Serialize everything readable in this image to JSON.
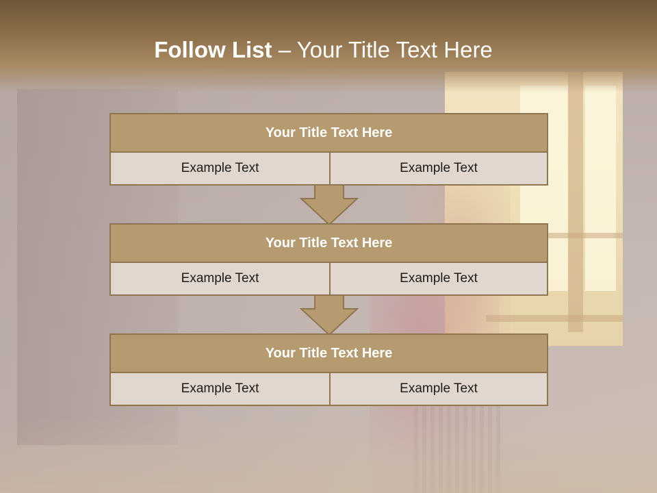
{
  "slide": {
    "title_bold": "Follow List",
    "title_rest": " – Your Title Text Here"
  },
  "steps": [
    {
      "title": "Your Title Text Here",
      "left": "Example Text",
      "right": "Example Text"
    },
    {
      "title": "Your Title Text Here",
      "left": "Example Text",
      "right": "Example Text"
    },
    {
      "title": "Your Title Text Here",
      "left": "Example Text",
      "right": "Example Text"
    }
  ],
  "colors": {
    "header_band": "#8a6d48",
    "box_header": "#b79b70",
    "box_body": "#e2d7cf",
    "border": "#8f7550"
  }
}
